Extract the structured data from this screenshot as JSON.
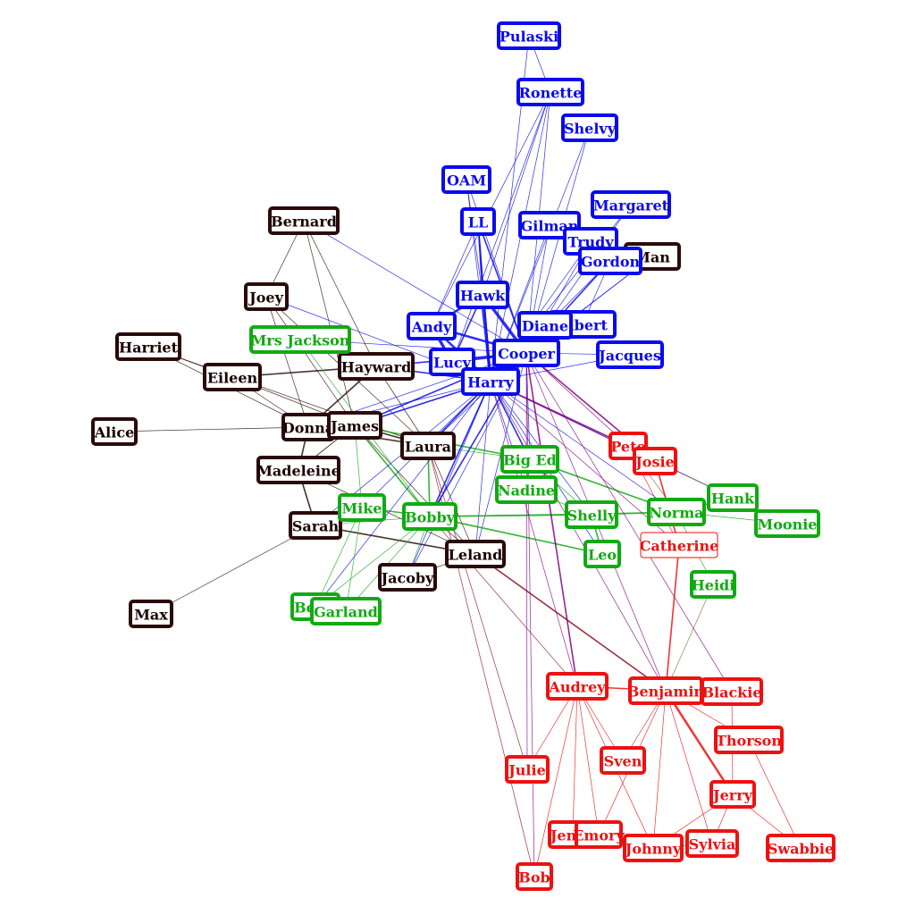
{
  "groups": {
    "blue": {
      "stroke": "#0a0aee",
      "fill": "#ffffff",
      "text": "#0a0aee"
    },
    "black": {
      "stroke": "#2a0a0a",
      "fill": "#ffffff",
      "text": "#1a0000"
    },
    "green": {
      "stroke": "#11aa11",
      "fill": "#ffffff",
      "text": "#11aa11"
    },
    "red": {
      "stroke": "#ee1111",
      "fill": "#ffffff",
      "text": "#ee1111"
    }
  },
  "nodes": [
    {
      "id": "pulaski",
      "label": "Pulaski",
      "group": "blue"
    },
    {
      "id": "ronette",
      "label": "Ronette",
      "group": "blue"
    },
    {
      "id": "shelvy",
      "label": "Shelvy",
      "group": "blue"
    },
    {
      "id": "oam",
      "label": "OAM",
      "group": "blue"
    },
    {
      "id": "ll",
      "label": "LL",
      "group": "blue"
    },
    {
      "id": "gilman",
      "label": "Gilman",
      "group": "blue"
    },
    {
      "id": "margaret",
      "label": "Margaret",
      "group": "blue"
    },
    {
      "id": "trudy",
      "label": "Trudy",
      "group": "blue"
    },
    {
      "id": "man",
      "label": "Man",
      "group": "black"
    },
    {
      "id": "gordon",
      "label": "Gordon",
      "group": "blue"
    },
    {
      "id": "hawk",
      "label": "Hawk",
      "group": "blue"
    },
    {
      "id": "andy",
      "label": "Andy",
      "group": "blue"
    },
    {
      "id": "albert",
      "label": "Albert",
      "group": "blue"
    },
    {
      "id": "diane",
      "label": "Diane",
      "group": "blue"
    },
    {
      "id": "cooper",
      "label": "Cooper",
      "group": "blue"
    },
    {
      "id": "jacques",
      "label": "Jacques",
      "group": "blue"
    },
    {
      "id": "lucy",
      "label": "Lucy",
      "group": "blue"
    },
    {
      "id": "harry",
      "label": "Harry",
      "group": "blue"
    },
    {
      "id": "bernard",
      "label": "Bernard",
      "group": "black"
    },
    {
      "id": "joey",
      "label": "Joey",
      "group": "black"
    },
    {
      "id": "harriet",
      "label": "Harriet",
      "group": "black"
    },
    {
      "id": "eileen",
      "label": "Eileen",
      "group": "black"
    },
    {
      "id": "hayward",
      "label": "Hayward",
      "group": "black"
    },
    {
      "id": "alice",
      "label": "Alice",
      "group": "black"
    },
    {
      "id": "donna",
      "label": "Donna",
      "group": "black"
    },
    {
      "id": "james",
      "label": "James",
      "group": "black"
    },
    {
      "id": "laura",
      "label": "Laura",
      "group": "black"
    },
    {
      "id": "madeleine",
      "label": "Madeleine",
      "group": "black"
    },
    {
      "id": "sarah",
      "label": "Sarah",
      "group": "black"
    },
    {
      "id": "leland",
      "label": "Leland",
      "group": "black"
    },
    {
      "id": "jacoby",
      "label": "Jacoby",
      "group": "black"
    },
    {
      "id": "max",
      "label": "Max",
      "group": "black"
    },
    {
      "id": "mrsjackson",
      "label": "Mrs Jackson",
      "group": "green"
    },
    {
      "id": "biged",
      "label": "Big Ed",
      "group": "green"
    },
    {
      "id": "nadine",
      "label": "Nadine",
      "group": "green"
    },
    {
      "id": "mike",
      "label": "Mike",
      "group": "green"
    },
    {
      "id": "bobby",
      "label": "Bobby",
      "group": "green"
    },
    {
      "id": "shelly",
      "label": "Shelly",
      "group": "green"
    },
    {
      "id": "norma",
      "label": "Norma",
      "group": "green"
    },
    {
      "id": "hank",
      "label": "Hank",
      "group": "green"
    },
    {
      "id": "moonie",
      "label": "Moonie",
      "group": "green"
    },
    {
      "id": "leo",
      "label": "Leo",
      "group": "green"
    },
    {
      "id": "heidi",
      "label": "Heidi",
      "group": "green"
    },
    {
      "id": "betty",
      "label": "Betty",
      "group": "green"
    },
    {
      "id": "garland",
      "label": "Garland",
      "group": "green"
    },
    {
      "id": "pete",
      "label": "Pete",
      "group": "red"
    },
    {
      "id": "josie",
      "label": "Josie",
      "group": "red"
    },
    {
      "id": "catherine",
      "label": "Catherine",
      "group": "red",
      "style": "thin"
    },
    {
      "id": "audrey",
      "label": "Audrey",
      "group": "red"
    },
    {
      "id": "benjamin",
      "label": "Benjamin",
      "group": "red"
    },
    {
      "id": "blackie",
      "label": "Blackie",
      "group": "red"
    },
    {
      "id": "thorson",
      "label": "Thorson",
      "group": "red"
    },
    {
      "id": "julie",
      "label": "Julie",
      "group": "red"
    },
    {
      "id": "sven",
      "label": "Sven",
      "group": "red"
    },
    {
      "id": "jerry",
      "label": "Jerry",
      "group": "red"
    },
    {
      "id": "jenny",
      "label": "Jenny",
      "group": "red"
    },
    {
      "id": "emory",
      "label": "Emory",
      "group": "red"
    },
    {
      "id": "johnny",
      "label": "Johnny",
      "group": "red"
    },
    {
      "id": "sylvia",
      "label": "Sylvia",
      "group": "red"
    },
    {
      "id": "swabbie",
      "label": "Swabbie",
      "group": "red"
    },
    {
      "id": "bob",
      "label": "Bob",
      "group": "red"
    }
  ],
  "edges": [
    [
      "pulaski",
      "ronette",
      1,
      "#0a0aee"
    ],
    [
      "pulaski",
      "harry",
      1,
      "#0a0aee"
    ],
    [
      "ronette",
      "cooper",
      1,
      "#0a0aee"
    ],
    [
      "ronette",
      "harry",
      1,
      "#0a0aee"
    ],
    [
      "ronette",
      "hawk",
      1,
      "#0a0aee"
    ],
    [
      "ronette",
      "andy",
      1,
      "#0a0aee"
    ],
    [
      "ronette",
      "lucy",
      1,
      "#0a0aee"
    ],
    [
      "shelvy",
      "cooper",
      1,
      "#0a0aee"
    ],
    [
      "shelvy",
      "harry",
      1,
      "#0a0aee"
    ],
    [
      "oam",
      "hawk",
      1,
      "#0a0aee"
    ],
    [
      "oam",
      "harry",
      1,
      "#0a0aee"
    ],
    [
      "oam",
      "cooper",
      1,
      "#0a0aee"
    ],
    [
      "ll",
      "hawk",
      2,
      "#0a0aee"
    ],
    [
      "ll",
      "harry",
      2,
      "#0a0aee"
    ],
    [
      "ll",
      "cooper",
      2,
      "#0a0aee"
    ],
    [
      "ll",
      "andy",
      1,
      "#0a0aee"
    ],
    [
      "gilman",
      "cooper",
      1,
      "#0a0aee"
    ],
    [
      "gilman",
      "harry",
      1,
      "#0a0aee"
    ],
    [
      "margaret",
      "cooper",
      1,
      "#0a0aee"
    ],
    [
      "margaret",
      "harry",
      1,
      "#0a0aee"
    ],
    [
      "trudy",
      "cooper",
      1,
      "#0a0aee"
    ],
    [
      "trudy",
      "harry",
      1,
      "#0a0aee"
    ],
    [
      "man",
      "cooper",
      1,
      "#0a0aee"
    ],
    [
      "man",
      "harry",
      1,
      "#0a0aee"
    ],
    [
      "gordon",
      "cooper",
      2,
      "#0a0aee"
    ],
    [
      "gordon",
      "harry",
      1,
      "#0a0aee"
    ],
    [
      "gordon",
      "albert",
      1,
      "#0a0aee"
    ],
    [
      "hawk",
      "cooper",
      4,
      "#0a0aee"
    ],
    [
      "hawk",
      "harry",
      4,
      "#0a0aee"
    ],
    [
      "hawk",
      "andy",
      3,
      "#0a0aee"
    ],
    [
      "hawk",
      "lucy",
      2,
      "#0a0aee"
    ],
    [
      "andy",
      "cooper",
      3,
      "#0a0aee"
    ],
    [
      "andy",
      "harry",
      3,
      "#0a0aee"
    ],
    [
      "andy",
      "lucy",
      4,
      "#0a0aee"
    ],
    [
      "diane",
      "cooper",
      3,
      "#0a0aee"
    ],
    [
      "albert",
      "cooper",
      3,
      "#0a0aee"
    ],
    [
      "albert",
      "harry",
      2,
      "#0a0aee"
    ],
    [
      "cooper",
      "harry",
      5,
      "#0a0aee"
    ],
    [
      "cooper",
      "lucy",
      3,
      "#0a0aee"
    ],
    [
      "cooper",
      "jacques",
      1,
      "#0a0aee"
    ],
    [
      "lucy",
      "harry",
      3,
      "#0a0aee"
    ],
    [
      "jacques",
      "harry",
      1,
      "#0a0aee"
    ],
    [
      "bernard",
      "joey",
      1,
      "#2a0a0a"
    ],
    [
      "bernard",
      "james",
      1,
      "#2a0a0a"
    ],
    [
      "bernard",
      "hayward",
      1,
      "#2a0a0a"
    ],
    [
      "bernard",
      "cooper",
      1,
      "#0a0aee"
    ],
    [
      "joey",
      "laura",
      1,
      "#2a0a0a"
    ],
    [
      "joey",
      "james",
      1,
      "#2a0a0a"
    ],
    [
      "joey",
      "donna",
      1,
      "#2a0a0a"
    ],
    [
      "joey",
      "harry",
      1,
      "#0a0aee"
    ],
    [
      "harriet",
      "donna",
      1,
      "#2a0a0a"
    ],
    [
      "harriet",
      "laura",
      1,
      "#2a0a0a"
    ],
    [
      "harriet",
      "eileen",
      1,
      "#2a0a0a"
    ],
    [
      "eileen",
      "hayward",
      2,
      "#2a0a0a"
    ],
    [
      "eileen",
      "donna",
      1,
      "#2a0a0a"
    ],
    [
      "eileen",
      "james",
      1,
      "#2a0a0a"
    ],
    [
      "hayward",
      "donna",
      2,
      "#2a0a0a"
    ],
    [
      "hayward",
      "harry",
      2,
      "#0a0aee"
    ],
    [
      "hayward",
      "cooper",
      2,
      "#0a0aee"
    ],
    [
      "hayward",
      "laura",
      1,
      "#2a0a0a"
    ],
    [
      "alice",
      "donna",
      1,
      "#2a0a0a"
    ],
    [
      "donna",
      "james",
      3,
      "#2a0a0a"
    ],
    [
      "donna",
      "laura",
      2,
      "#2a0a0a"
    ],
    [
      "donna",
      "madeleine",
      2,
      "#2a0a0a"
    ],
    [
      "donna",
      "harry",
      1,
      "#0a0aee"
    ],
    [
      "donna",
      "cooper",
      1,
      "#0a0aee"
    ],
    [
      "james",
      "laura",
      2,
      "#2a0a0a"
    ],
    [
      "james",
      "harry",
      2,
      "#0a0aee"
    ],
    [
      "james",
      "cooper",
      2,
      "#0a0aee"
    ],
    [
      "james",
      "madeleine",
      1,
      "#2a0a0a"
    ],
    [
      "james",
      "leland",
      1,
      "#2a0a0a"
    ],
    [
      "james",
      "bobby",
      2,
      "#11aa11"
    ],
    [
      "laura",
      "cooper",
      1,
      "#0a0aee"
    ],
    [
      "laura",
      "harry",
      2,
      "#0a0aee"
    ],
    [
      "laura",
      "bobby",
      2,
      "#11aa11"
    ],
    [
      "laura",
      "biged",
      1,
      "#11aa11"
    ],
    [
      "laura",
      "leland",
      1,
      "#2a0a0a"
    ],
    [
      "madeleine",
      "sarah",
      2,
      "#2a0a0a"
    ],
    [
      "madeleine",
      "leland",
      1,
      "#2a0a0a"
    ],
    [
      "madeleine",
      "james",
      1,
      "#2a0a0a"
    ],
    [
      "sarah",
      "leland",
      2,
      "#2a0a0a"
    ],
    [
      "sarah",
      "max",
      1,
      "#2a0a0a"
    ],
    [
      "sarah",
      "bobby",
      1,
      "#11aa11"
    ],
    [
      "sarah",
      "harry",
      1,
      "#0a0aee"
    ],
    [
      "leland",
      "harry",
      1,
      "#0a0aee"
    ],
    [
      "leland",
      "cooper",
      1,
      "#0a0aee"
    ],
    [
      "leland",
      "jacoby",
      1,
      "#2a0a0a"
    ],
    [
      "leland",
      "benjamin",
      2,
      "#8a1020"
    ],
    [
      "jacoby",
      "harry",
      1,
      "#0a0aee"
    ],
    [
      "jacoby",
      "cooper",
      1,
      "#0a0aee"
    ],
    [
      "jacoby",
      "bobby",
      1,
      "#11aa11"
    ],
    [
      "mrsjackson",
      "cooper",
      1,
      "#0a0aee"
    ],
    [
      "mrsjackson",
      "bobby",
      1,
      "#11aa11"
    ],
    [
      "biged",
      "harry",
      2,
      "#0a0aee"
    ],
    [
      "biged",
      "cooper",
      1,
      "#0a0aee"
    ],
    [
      "biged",
      "nadine",
      2,
      "#11aa11"
    ],
    [
      "biged",
      "norma",
      2,
      "#11aa11"
    ],
    [
      "biged",
      "shelly",
      1,
      "#11aa11"
    ],
    [
      "biged",
      "james",
      2,
      "#11aa11"
    ],
    [
      "nadine",
      "harry",
      1,
      "#0a0aee"
    ],
    [
      "nadine",
      "shelly",
      1,
      "#11aa11"
    ],
    [
      "mike",
      "bobby",
      2,
      "#11aa11"
    ],
    [
      "mike",
      "betty",
      1,
      "#11aa11"
    ],
    [
      "mike",
      "garland",
      1,
      "#11aa11"
    ],
    [
      "mike",
      "james",
      1,
      "#11aa11"
    ],
    [
      "mike",
      "harry",
      1,
      "#0a0aee"
    ],
    [
      "bobby",
      "shelly",
      2,
      "#11aa11"
    ],
    [
      "bobby",
      "leo",
      2,
      "#11aa11"
    ],
    [
      "bobby",
      "norma",
      1,
      "#11aa11"
    ],
    [
      "bobby",
      "harry",
      2,
      "#0a0aee"
    ],
    [
      "bobby",
      "cooper",
      2,
      "#0a0aee"
    ],
    [
      "bobby",
      "leland",
      1,
      "#2a0a0a"
    ],
    [
      "bobby",
      "garland",
      1,
      "#11aa11"
    ],
    [
      "bobby",
      "betty",
      1,
      "#11aa11"
    ],
    [
      "shelly",
      "leo",
      2,
      "#11aa11"
    ],
    [
      "shelly",
      "norma",
      2,
      "#11aa11"
    ],
    [
      "shelly",
      "harry",
      1,
      "#0a0aee"
    ],
    [
      "norma",
      "hank",
      2,
      "#11aa11"
    ],
    [
      "norma",
      "moonie",
      1,
      "#11aa11"
    ],
    [
      "norma",
      "harry",
      1,
      "#0a0aee"
    ],
    [
      "norma",
      "heidi",
      1,
      "#11aa11"
    ],
    [
      "hank",
      "harry",
      1,
      "#0a0aee"
    ],
    [
      "hank",
      "moonie",
      1,
      "#11aa11"
    ],
    [
      "hank",
      "josie",
      1,
      "#8a6a3a"
    ],
    [
      "leo",
      "harry",
      1,
      "#0a0aee"
    ],
    [
      "betty",
      "garland",
      2,
      "#11aa11"
    ],
    [
      "betty",
      "harry",
      1,
      "#0a0aee"
    ],
    [
      "pete",
      "josie",
      2,
      "#ee1111"
    ],
    [
      "pete",
      "catherine",
      1,
      "#ee1111"
    ],
    [
      "pete",
      "harry",
      2,
      "#800080"
    ],
    [
      "pete",
      "cooper",
      1,
      "#800080"
    ],
    [
      "pete",
      "norma",
      1,
      "#8a6a3a"
    ],
    [
      "josie",
      "catherine",
      2,
      "#ee1111"
    ],
    [
      "josie",
      "harry",
      1,
      "#800080"
    ],
    [
      "josie",
      "cooper",
      2,
      "#800080"
    ],
    [
      "catherine",
      "benjamin",
      2,
      "#ee1111"
    ],
    [
      "catherine",
      "harry",
      1,
      "#800080"
    ],
    [
      "audrey",
      "benjamin",
      2,
      "#ee1111"
    ],
    [
      "audrey",
      "cooper",
      2,
      "#800080"
    ],
    [
      "audrey",
      "harry",
      1,
      "#800080"
    ],
    [
      "audrey",
      "julie",
      1,
      "#ee1111"
    ],
    [
      "audrey",
      "jenny",
      1,
      "#ee1111"
    ],
    [
      "audrey",
      "emory",
      1,
      "#ee1111"
    ],
    [
      "audrey",
      "johnny",
      1,
      "#ee1111"
    ],
    [
      "audrey",
      "bob",
      1,
      "#ee1111"
    ],
    [
      "audrey",
      "sven",
      1,
      "#ee1111"
    ],
    [
      "audrey",
      "bobby",
      1,
      "#8a1020"
    ],
    [
      "benjamin",
      "blackie",
      2,
      "#ee1111"
    ],
    [
      "benjamin",
      "jerry",
      3,
      "#ee1111"
    ],
    [
      "benjamin",
      "thorson",
      1,
      "#ee1111"
    ],
    [
      "benjamin",
      "sylvia",
      1,
      "#ee1111"
    ],
    [
      "benjamin",
      "johnny",
      1,
      "#ee1111"
    ],
    [
      "benjamin",
      "sven",
      1,
      "#ee1111"
    ],
    [
      "benjamin",
      "emory",
      1,
      "#ee1111"
    ],
    [
      "benjamin",
      "harry",
      1,
      "#800080"
    ],
    [
      "benjamin",
      "cooper",
      1,
      "#800080"
    ],
    [
      "benjamin",
      "heidi",
      1,
      "#8a6a3a"
    ],
    [
      "blackie",
      "jerry",
      1,
      "#ee1111"
    ],
    [
      "blackie",
      "cooper",
      1,
      "#800080"
    ],
    [
      "thorson",
      "swabbie",
      1,
      "#ee1111"
    ],
    [
      "jerry",
      "sylvia",
      1,
      "#ee1111"
    ],
    [
      "jerry",
      "swabbie",
      1,
      "#ee1111"
    ],
    [
      "jerry",
      "johnny",
      1,
      "#ee1111"
    ],
    [
      "julie",
      "laura",
      1,
      "#8a1020"
    ],
    [
      "julie",
      "cooper",
      1,
      "#800080"
    ],
    [
      "bob",
      "laura",
      1,
      "#8a1020"
    ],
    [
      "bob",
      "cooper",
      1,
      "#800080"
    ],
    [
      "johnny",
      "sylvia",
      1,
      "#ee1111"
    ],
    [
      "jenny",
      "emory",
      1,
      "#ee1111"
    ]
  ]
}
